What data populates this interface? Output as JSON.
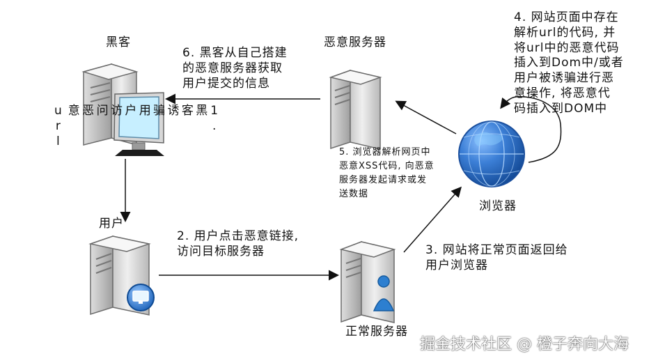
{
  "nodes": {
    "hacker": "黑客",
    "malicious_server": "恶意服务器",
    "user": "用户",
    "normal_server": "正常服务器",
    "browser": "浏览器"
  },
  "steps": {
    "step1": "1.\n黑\n客\n诱\n骗\n用\n户\n访\n问\n恶\n意\nurl",
    "step2": "2. 用户点击恶意链接,\n访问目标服务器",
    "step3": "3. 网站将正常页面返回给\n用户浏览器",
    "step4": "4. 网站页面中存在\n解析url的代码, 并\n将url中的恶意代码\n插入到Dom中/或者\n用户被诱骗进行恶\n意操作, 将恶意代\n码插入到DOM中",
    "step5": "5. 浏览器解析网页中\n恶意XSS代码, 向恶意\n服务器发起请求或发\n送数据",
    "step6": "6. 黑客从自己搭建\n的恶意服务器获取\n用户提交的信息"
  },
  "watermark": "掘金技术社区 @ 橙子奔向大海",
  "colors": {
    "arrow": "#111111",
    "server_light": "#f3f3f3",
    "server_dark": "#b9b9b9",
    "globe": "#2e6ec6",
    "globe_dark": "#174b9a",
    "user_blue": "#2d7fd0"
  }
}
